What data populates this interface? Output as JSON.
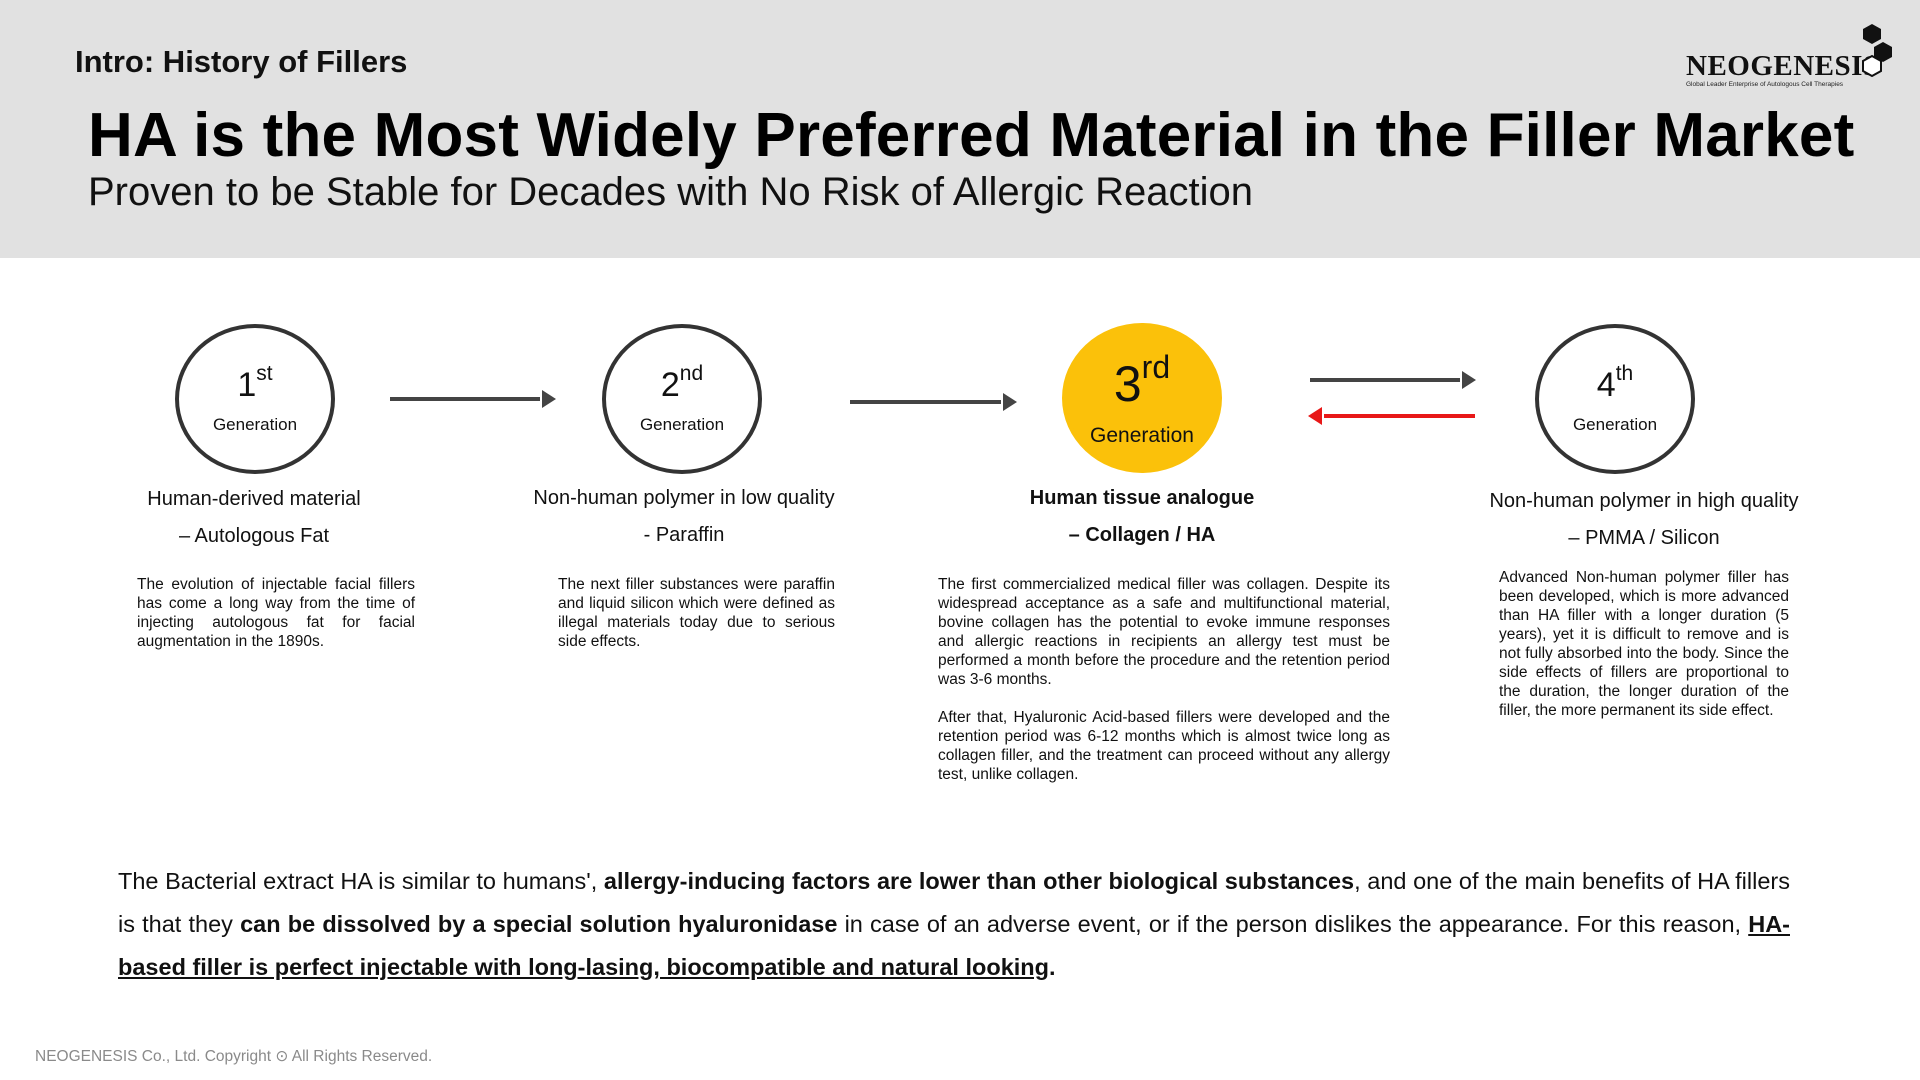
{
  "header": {
    "kicker": "Intro: History of Fillers",
    "title": "HA is the Most Widely Preferred Material in the Filler Market",
    "subtitle": "Proven to be Stable for Decades with No Risk of Allergic Reaction"
  },
  "logo": {
    "name": "NEOGENESIS",
    "tagline": "Global Leader Enterprise of Autologous Cell Therapies"
  },
  "generations": [
    {
      "num": "1",
      "sup": "st",
      "label": "Generation",
      "material_line1": "Human-derived material",
      "material_line2": "– Autologous Fat",
      "description": [
        "The evolution of injectable facial fillers has come a long way from the time of injecting autologous fat for facial augmentation in the 1890s."
      ]
    },
    {
      "num": "2",
      "sup": "nd",
      "label": "Generation",
      "material_line1": "Non-human polymer in low quality",
      "material_line2": "- Paraffin",
      "description": [
        "The next filler substances were paraffin and liquid silicon which were defined as illegal materials today due to serious side effects."
      ]
    },
    {
      "num": "3",
      "sup": "rd",
      "label": "Generation",
      "material_line1": "Human tissue analogue",
      "material_line2": "– Collagen / HA",
      "description": [
        "The first commercialized medical filler was collagen. Despite its widespread acceptance as a safe and multifunctional material, bovine collagen has the potential to evoke immune responses and allergic reactions in recipients an allergy test must be performed a month before the procedure and the retention period was 3-6 months.",
        "After that, Hyaluronic Acid-based fillers were developed and the retention period was 6-12 months which is almost twice long as collagen filler, and the treatment can proceed without any allergy test, unlike collagen."
      ]
    },
    {
      "num": "4",
      "sup": "th",
      "label": "Generation",
      "material_line1": "Non-human polymer in high quality",
      "material_line2": "– PMMA / Silicon",
      "description": [
        "Advanced Non-human polymer filler has been developed, which is more advanced than HA filler with a longer duration (5 years), yet it is difficult to remove and is not fully absorbed into the body. Since the side effects of fillers are proportional to the duration, the longer duration of the filler, the more permanent its side effect."
      ]
    }
  ],
  "colors": {
    "header_bg": "#e1e1e1",
    "highlight_circle": "#fbc10a",
    "arrow_dark": "#444444",
    "arrow_red": "#e81818"
  },
  "summary": {
    "t1": "The Bacterial extract HA is similar to humans', ",
    "b1": "allergy-inducing factors are lower than other biological substances",
    "t2": ", and one of the main benefits of HA fillers is that they ",
    "b2": "can be dissolved by a special solution hyaluronidase",
    "t3": " in case of an adverse event, or if the person dislikes the appearance. For this reason, ",
    "u1": "HA-based filler is perfect injectable with long-lasing, biocompatible and natural looking",
    "t4": "."
  },
  "footer": "NEOGENESIS Co., Ltd. Copyright ⊙ All Rights Reserved."
}
